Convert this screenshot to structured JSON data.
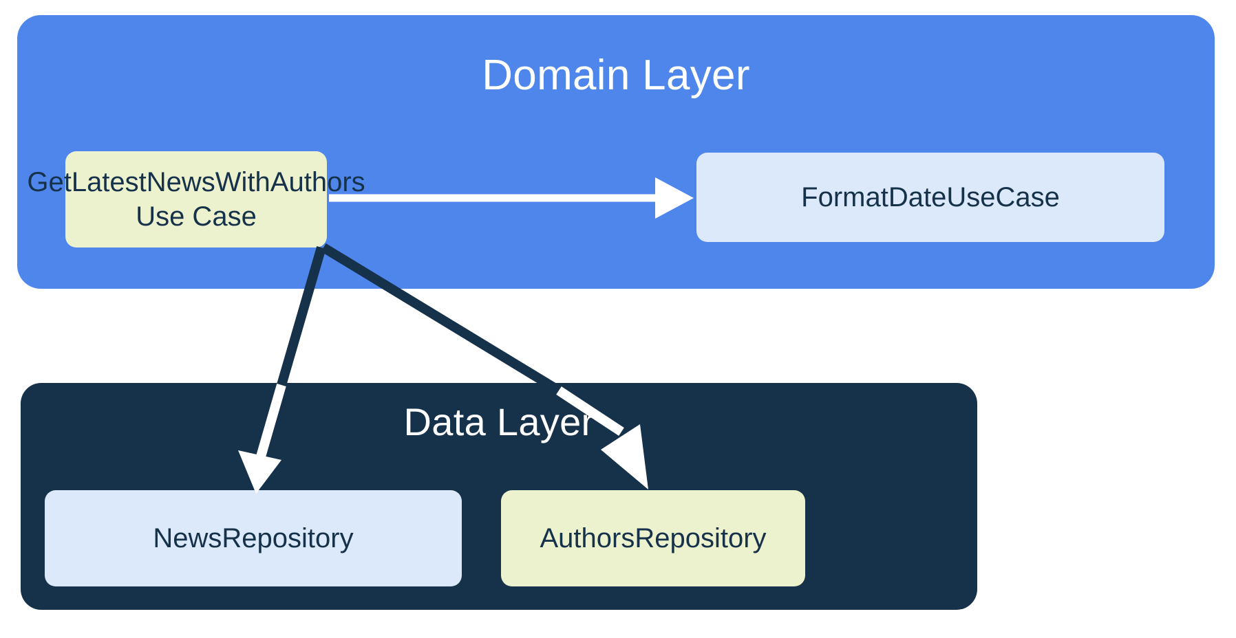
{
  "diagram": {
    "title": "Clean Architecture layer dependency diagram",
    "background": "#ffffff",
    "colors": {
      "domain_layer_fill": "#4E86EC",
      "data_layer_fill": "#16314A",
      "accent_yellow": "#EDF2CE",
      "accent_blue": "#DBE9FB",
      "node_text": "#16314A",
      "layer_title_text": "#FFFFFF",
      "arrow_dark": "#16314A",
      "arrow_light": "#FFFFFF"
    },
    "layers": [
      {
        "id": "domain",
        "title": "Domain Layer",
        "fill": "#4E86EC",
        "nodes": [
          {
            "id": "get-latest-news-with-authors-use-case",
            "label": "GetLatestNewsWithAuthors\nUse Case",
            "accent": "accent-yellow"
          },
          {
            "id": "format-date-use-case",
            "label": "FormatDateUseCase",
            "accent": "accent-blue"
          }
        ]
      },
      {
        "id": "data",
        "title": "Data Layer",
        "fill": "#16314A",
        "nodes": [
          {
            "id": "news-repository",
            "label": "NewsRepository",
            "accent": "accent-blue"
          },
          {
            "id": "authors-repository",
            "label": "AuthorsRepository",
            "accent": "accent-yellow"
          }
        ]
      }
    ],
    "edges": [
      {
        "id": "edge-usecase-to-formatdate",
        "from": "get-latest-news-with-authors-use-case",
        "to": "format-date-use-case",
        "style": "solid-arrow",
        "color": "#FFFFFF"
      },
      {
        "id": "edge-usecase-to-newsrepository",
        "from": "get-latest-news-with-authors-use-case",
        "to": "news-repository",
        "style": "solid-arrow",
        "color": "#16314A / #FFFFFF"
      },
      {
        "id": "edge-usecase-to-authorsrepository",
        "from": "get-latest-news-with-authors-use-case",
        "to": "authors-repository",
        "style": "solid-arrow",
        "color": "#16314A / #FFFFFF"
      }
    ]
  }
}
